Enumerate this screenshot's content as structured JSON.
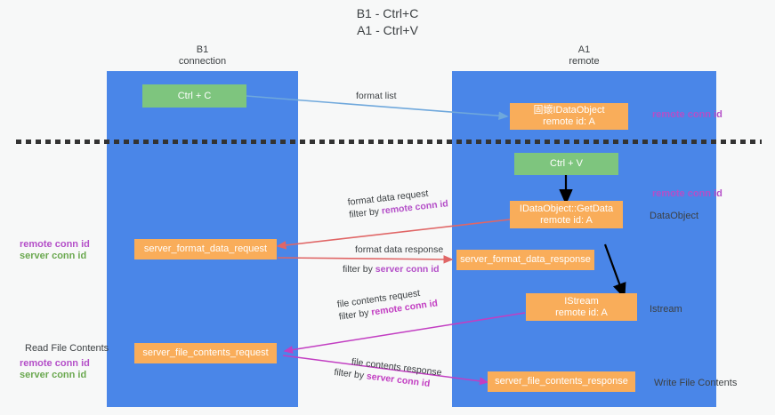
{
  "title": {
    "line1": "B1 - Ctrl+C",
    "line2": "A1 - Ctrl+V"
  },
  "lanes": [
    {
      "id": "b1",
      "name": "B1",
      "sub": "connection"
    },
    {
      "id": "a1",
      "name": "A1",
      "sub": "remote"
    }
  ],
  "nodes": {
    "ctrl_c": {
      "label": "Ctrl + C"
    },
    "idataobject_remote": {
      "label": "固㜳IDataObject",
      "sub": "remote id: A"
    },
    "ctrl_v": {
      "label": "Ctrl + V"
    },
    "getdata": {
      "label": "IDataObject::GetData",
      "sub": "remote id: A"
    },
    "server_format_data_request": {
      "label": "server_format_data_request"
    },
    "server_format_data_response": {
      "label": "server_format_data_response"
    },
    "istream": {
      "label": "IStream",
      "sub": "remote id: A"
    },
    "server_file_contents_request": {
      "label": "server_file_contents_request"
    },
    "server_file_contents_response": {
      "label": "server_file_contents_response"
    }
  },
  "edges": {
    "format_list": {
      "text": "format list"
    },
    "format_data_request": {
      "text": "format data request"
    },
    "format_data_request_filter_prefix": "filter by ",
    "format_data_request_filter_key": "remote conn id",
    "format_data_response": {
      "text": "format data response"
    },
    "format_data_response_filter_prefix": "filter by ",
    "format_data_response_filter_key": "server conn id",
    "file_contents_request": {
      "text": "file contents request"
    },
    "file_contents_request_filter_prefix": "filter by ",
    "file_contents_request_filter_key": "remote conn id",
    "file_contents_response": {
      "text": "file contents response"
    },
    "file_contents_response_filter_prefix": "filter by ",
    "file_contents_response_filter_key": "server conn id"
  },
  "annotations": {
    "right_remote_conn_id_top": "remote conn id",
    "right_remote_conn_id_mid": "remote conn id",
    "right_dataobject": "DataObject",
    "right_istream": "Istream",
    "right_write_file_contents": "Write File Contents",
    "left_remote_conn_id_mid": "remote conn id",
    "left_server_conn_id_mid": "server conn id",
    "left_read_file_contents": "Read File Contents",
    "left_remote_conn_id_bottom": "remote conn id",
    "left_server_conn_id_bottom": "server conn id"
  },
  "colors": {
    "lane": "#4a86e8",
    "node_green": "#7ec57e",
    "node_orange": "#f9ad5a",
    "arrow_blue": "#6fa8dc",
    "arrow_red": "#e06666",
    "arrow_magenta": "#c23ec2",
    "arrow_black": "#000000",
    "highlight_purple": "#b44fc8",
    "highlight_green": "#6aa84f",
    "background": "#f7f8f8"
  }
}
